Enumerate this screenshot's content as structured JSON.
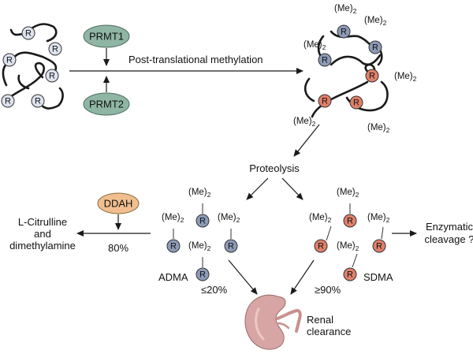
{
  "colors": {
    "residue_plain": "#dde3ef",
    "residue_adma": "#8d9bb8",
    "residue_sdma": "#e0806a",
    "enzyme_prmt": "#8fb5a5",
    "enzyme_ddah": "#f1bf8f",
    "kidney": "#d7a6a4"
  },
  "icons": [
    "kidney-icon"
  ],
  "residue_letter": "R",
  "methyl_group": "(Me)",
  "methyl_subscript": "2",
  "enzymes": {
    "prmt1": "PRMT1",
    "prmt2": "PRMT2",
    "ddah": "DDAH"
  },
  "labels": {
    "methylation": "Post-translational methylation",
    "proteolysis": "Proteolysis",
    "citrulline_line1": "L-Citrulline",
    "citrulline_line2": "and",
    "citrulline_line3": "dimethylamine",
    "pct_80": "80%",
    "pct_le20": "≤20%",
    "pct_ge90": "≥90%",
    "adma": "ADMA",
    "sdma": "SDMA",
    "enzymatic_line1": "Enzymatic",
    "enzymatic_line2": "cleavage ?",
    "renal_line1": "Renal",
    "renal_line2": "clearance"
  }
}
